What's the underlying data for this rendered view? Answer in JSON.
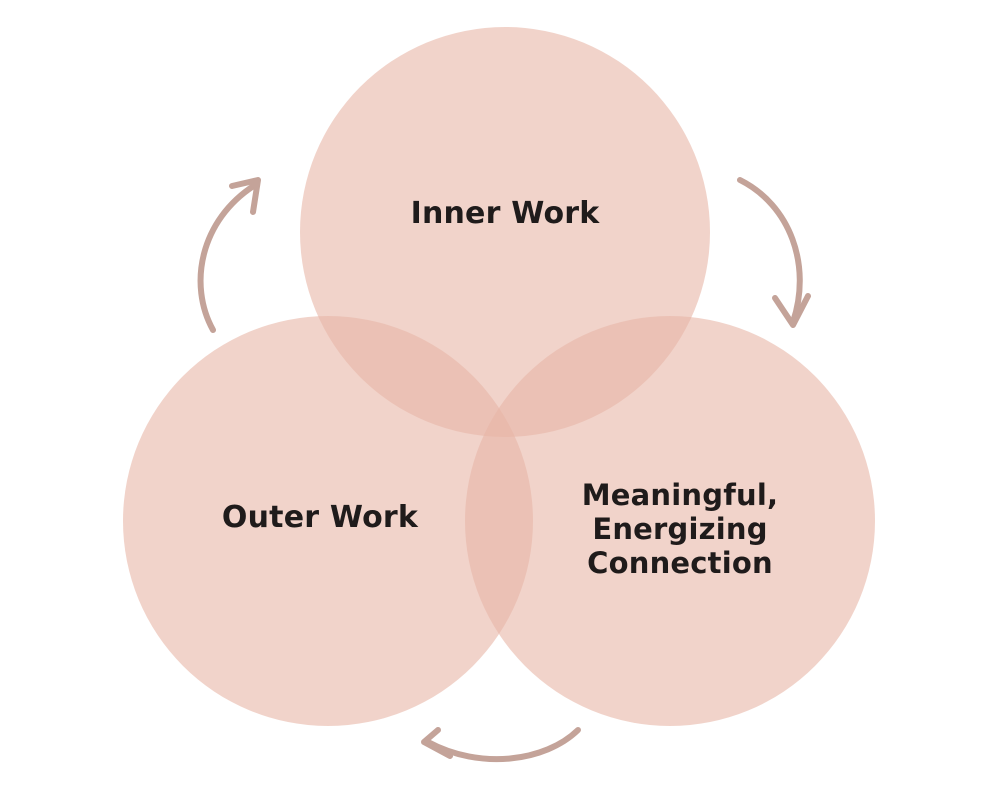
{
  "diagram": {
    "circles": {
      "inner": {
        "label": "Inner Work"
      },
      "outer": {
        "label": "Outer Work"
      },
      "connection": {
        "lines": [
          "Meaningful,",
          "Energizing",
          "Connection"
        ]
      }
    },
    "colors": {
      "circle_fill": "#e8b5a6",
      "arrow": "#c4a399",
      "text": "#1f1b1b"
    },
    "arrows": [
      "cycle-arrow-top-left",
      "cycle-arrow-top-right",
      "cycle-arrow-bottom"
    ]
  }
}
